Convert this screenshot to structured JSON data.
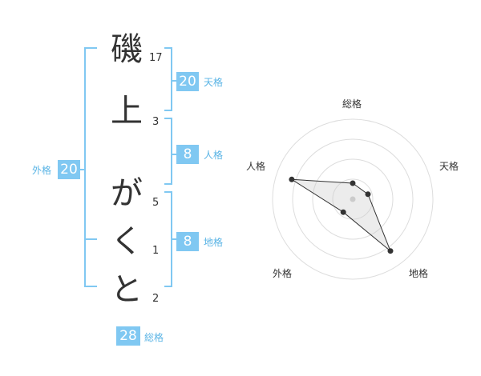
{
  "name": {
    "chars": [
      {
        "char": "磯",
        "strokes": "17"
      },
      {
        "char": "上",
        "strokes": "3"
      },
      {
        "char": "が",
        "strokes": "5"
      },
      {
        "char": "く",
        "strokes": "1"
      },
      {
        "char": "と",
        "strokes": "2"
      }
    ]
  },
  "fortune": {
    "tenkaku": {
      "value": "20",
      "label": "天格"
    },
    "jinkaku": {
      "value": "8",
      "label": "人格"
    },
    "chikaku": {
      "value": "8",
      "label": "地格"
    },
    "gaikaku": {
      "value": "20",
      "label": "外格"
    },
    "soukaku": {
      "value": "28",
      "label": "総格"
    }
  },
  "colors": {
    "accent": "#80c8f2",
    "label": "#5ab4e5",
    "text": "#333333"
  },
  "chart_data": {
    "type": "radar",
    "axes": [
      "総格",
      "天格",
      "地格",
      "外格",
      "人格"
    ],
    "values": [
      0.2,
      0.2,
      0.8,
      0.2,
      0.8
    ],
    "rings": 4,
    "grid": true
  }
}
